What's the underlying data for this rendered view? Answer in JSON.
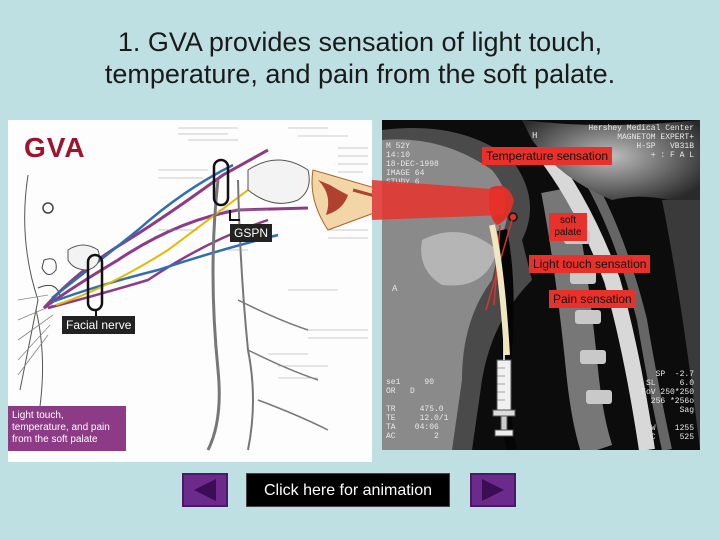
{
  "title": {
    "line1": "1.  GVA provides sensation of light touch,",
    "line2": "temperature, and pain from the soft palate."
  },
  "diagram": {
    "gva": "GVA",
    "gspn": "GSPN",
    "facial_nerve": "Facial nerve",
    "caption": "Light touch, temperature, and pain from the soft palate"
  },
  "mri": {
    "temperature": "Temperature sensation",
    "soft_palate": "soft palate",
    "light_touch": "Light touch sensation",
    "pain": "Pain sensation",
    "header_right": "Hershey Medical Center\nMAGNETOM EXPERT+\nH-SP   VB31B\n+ : F A L",
    "header_left": "M 52Y\n14:10\n18-DEC-1998\nIMAGE 64\nSTUDY 6",
    "left_a": "A",
    "left_h": "H",
    "footer_left": "se1     90\nOR   D\n\nTR     475.0\nTE     12.0/1\nTA    04:06\nAC        2",
    "footer_right": "SP  -2.7\nSL     6.0\nFoV 250*250\n256 *256o\nSag\n\nW    1255\nC     525"
  },
  "buttons": {
    "animation": "Click here for animation"
  },
  "colors": {
    "nerve_purple": "#8d3b86",
    "nerve_blue": "#2f6fb0",
    "nerve_yellow": "#e6b800",
    "tag_red": "#e8312a",
    "button_purple": "#6b2a8c"
  },
  "icons": {
    "back": "triangle-left-icon",
    "forward": "triangle-right-icon"
  }
}
